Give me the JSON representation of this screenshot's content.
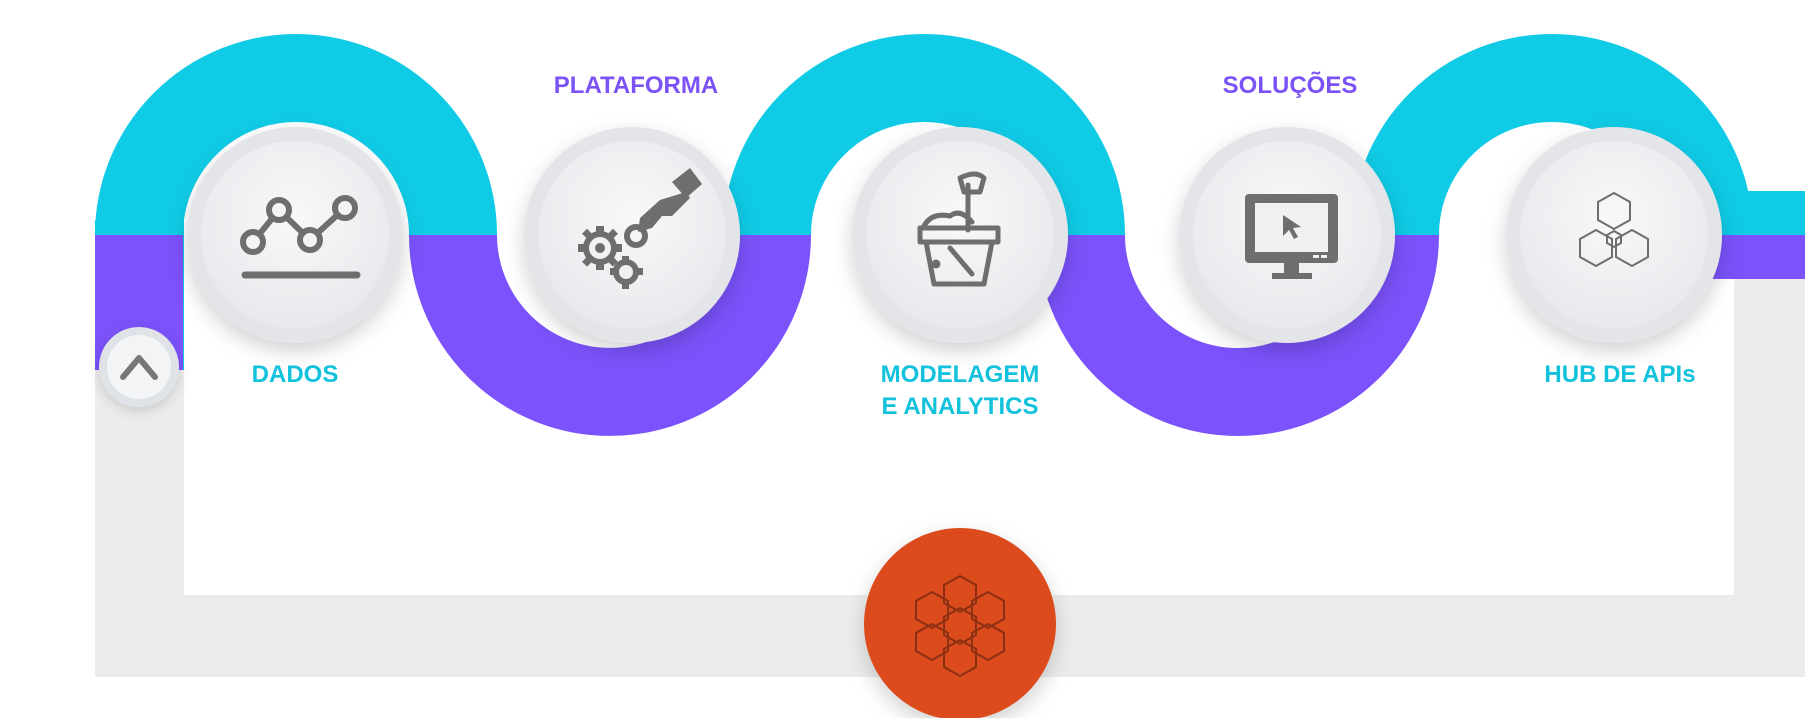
{
  "steps": [
    {
      "label": "DADOS",
      "icon": "line-chart-icon",
      "label_color": "#12c2dc"
    },
    {
      "label": "PLATAFORMA",
      "icon": "hand-gears-icon",
      "label_color": "#7b52f5"
    },
    {
      "label": "MODELAGEM",
      "label_line2": "E ANALYTICS",
      "icon": "bucket-shovel-icon",
      "label_color": "#12c2dc"
    },
    {
      "label": "SOLUÇÕES",
      "icon": "monitor-cursor-icon",
      "label_color": "#7b52f5"
    },
    {
      "label": "HUB DE APIs",
      "icon": "hexagon-cluster-icon",
      "label_color": "#12c2dc"
    }
  ],
  "colors": {
    "cyan": "#0fcbe6",
    "purple": "#7b52fb",
    "orange": "#db4b1c",
    "icon_gray": "#6e6e6e"
  },
  "center_icon": "honeycomb-icon",
  "start_icon": "chevron-up-icon"
}
